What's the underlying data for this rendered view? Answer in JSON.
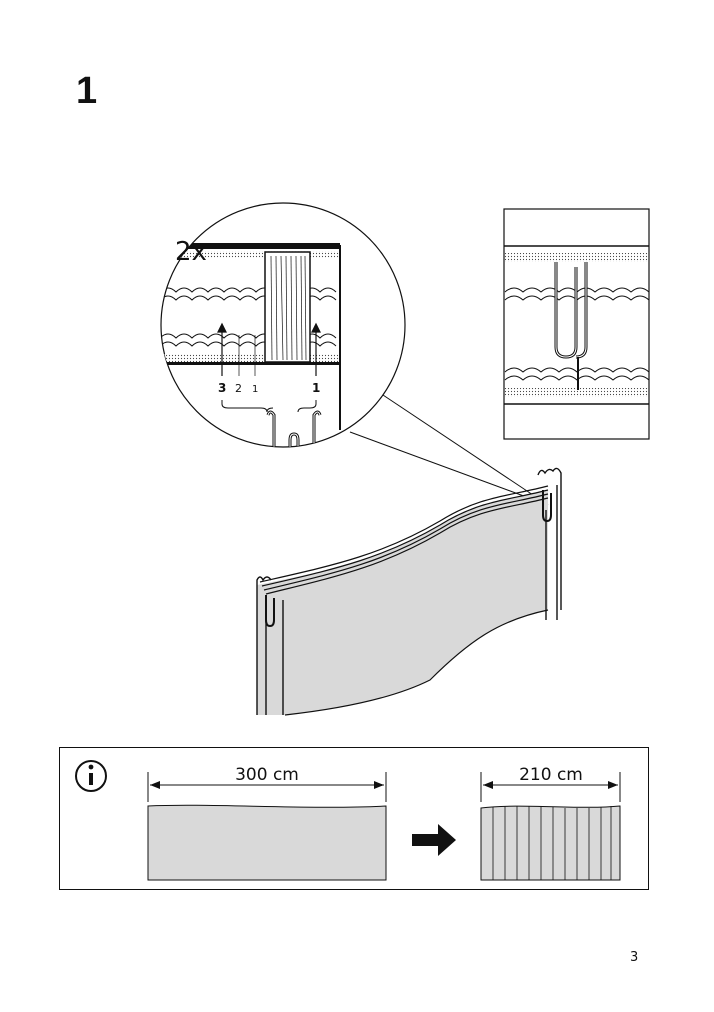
{
  "step": {
    "number": "1"
  },
  "detail": {
    "quantity": "2x",
    "positions": [
      "3",
      "2",
      "1"
    ],
    "position_right": "1"
  },
  "info": {
    "icon": "info-icon",
    "before_width": "300 cm",
    "after_width": "210 cm",
    "arrow_icon": "right-arrow-icon"
  },
  "page": {
    "number": "3"
  },
  "colors": {
    "fabric": "#d9d9d9",
    "line": "#111111"
  }
}
